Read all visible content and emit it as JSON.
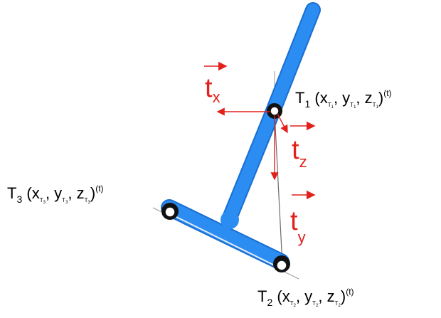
{
  "colors": {
    "bar": "#2b8cf2",
    "bar_edge": "#1a6fd0",
    "vector": "#e2211c",
    "text": "#000000",
    "axis_line": "#6b6b6b"
  },
  "vectors": {
    "tx": {
      "main": "t",
      "sub": "x"
    },
    "tz": {
      "main": "t",
      "sub": "z"
    },
    "ty": {
      "main": "t",
      "sub": "y"
    }
  },
  "points": {
    "t1": {
      "name": "T",
      "index": "1",
      "open": " (x",
      "sep1": ", y",
      "sep2": ", z",
      "close": ")",
      "sub_t": "T",
      "sub_i": "1",
      "superscript": "(t)"
    },
    "t2": {
      "name": "T",
      "index": "2",
      "open": " (x",
      "sep1": ", y",
      "sep2": ", z",
      "close": ")",
      "sub_t": "T",
      "sub_i": "2",
      "superscript": "(t)"
    },
    "t3": {
      "name": "T",
      "index": "3",
      "open": " (x",
      "sep1": ", y",
      "sep2": ", z",
      "close": ")",
      "sub_t": "T",
      "sub_i": "3",
      "superscript": "(t)"
    }
  }
}
